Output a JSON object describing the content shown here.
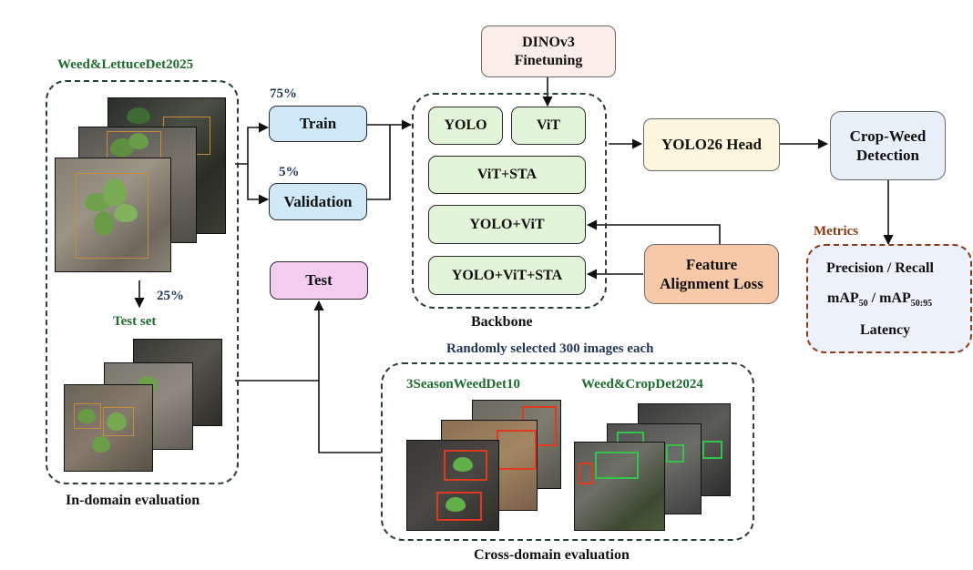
{
  "diagram": {
    "in_domain_dataset": "Weed&LettuceDet2025",
    "train_pct": "75%",
    "train": "Train",
    "val_pct": "5%",
    "validation": "Validation",
    "test_pct": "25%",
    "test_set": "Test set",
    "test": "Test",
    "in_domain_caption": "In-domain evaluation",
    "dino": "DINOv3\nFinetuning",
    "backbone_items": [
      "YOLO",
      "ViT",
      "ViT+STA",
      "YOLO+ViT",
      "YOLO+ViT+STA"
    ],
    "backbone_caption": "Backbone",
    "head": "YOLO26 Head",
    "detection": "Crop-Weed\nDetection",
    "fal": "Feature\nAlignment  Loss",
    "metrics_title": "Metrics",
    "metric_1": "Precision / Recall",
    "metric_2_a": "mAP",
    "metric_2_a_sub": "50",
    "metric_2_sep": " / mAP",
    "metric_2_b_sub": "50:95",
    "metric_3": "Latency",
    "random_sel": "Randomly selected 300 images each",
    "cross_ds_1": "3SeasonWeedDet10",
    "cross_ds_2": "Weed&CropDet2024",
    "cross_domain_caption": "Cross-domain evaluation"
  },
  "colors": {
    "train_fill": "#cfe9f9",
    "test_fill": "#f2cdf0",
    "dino_fill": "#fbeee8",
    "backbone_fill": "#e3f5d8",
    "head_fill": "#fdf5dd",
    "detection_fill": "#e7f0f8",
    "fal_fill": "#f8c9a8",
    "metrics_fill": "#edf1fb",
    "green_text": "#1e6b2e",
    "navy_text": "#1f3556",
    "brown_text": "#8b3a12"
  }
}
